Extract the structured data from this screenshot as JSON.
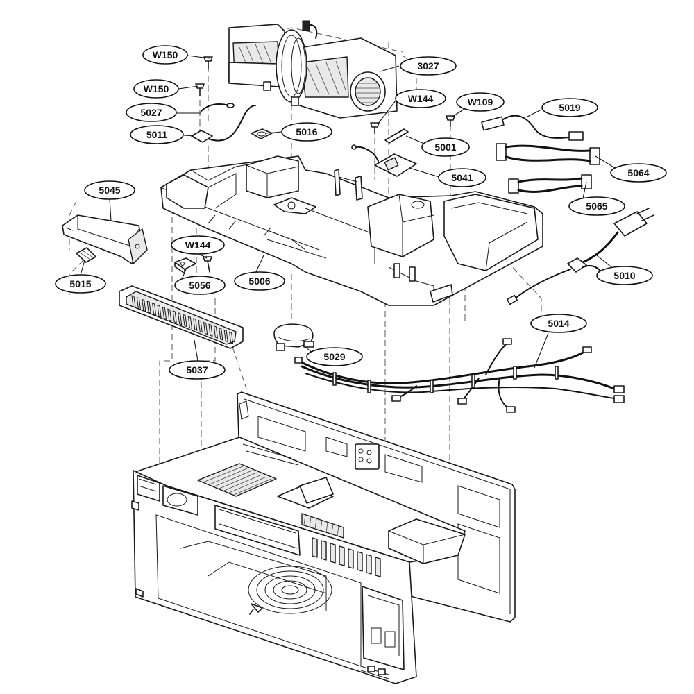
{
  "labels": {
    "w150_top": "W150",
    "w150_mid": "W150",
    "p3027": "3027",
    "p5027": "5027",
    "p5011": "5011",
    "p5016": "5016",
    "w144_top": "W144",
    "w109": "W109",
    "p5019": "5019",
    "p5001": "5001",
    "p5041": "5041",
    "p5064": "5064",
    "p5065": "5065",
    "p5045": "5045",
    "w144_low": "W144",
    "p5056": "5056",
    "p5006": "5006",
    "p5015": "5015",
    "p5010": "5010",
    "p5014": "5014",
    "p5037": "5037",
    "p5029": "5029"
  }
}
